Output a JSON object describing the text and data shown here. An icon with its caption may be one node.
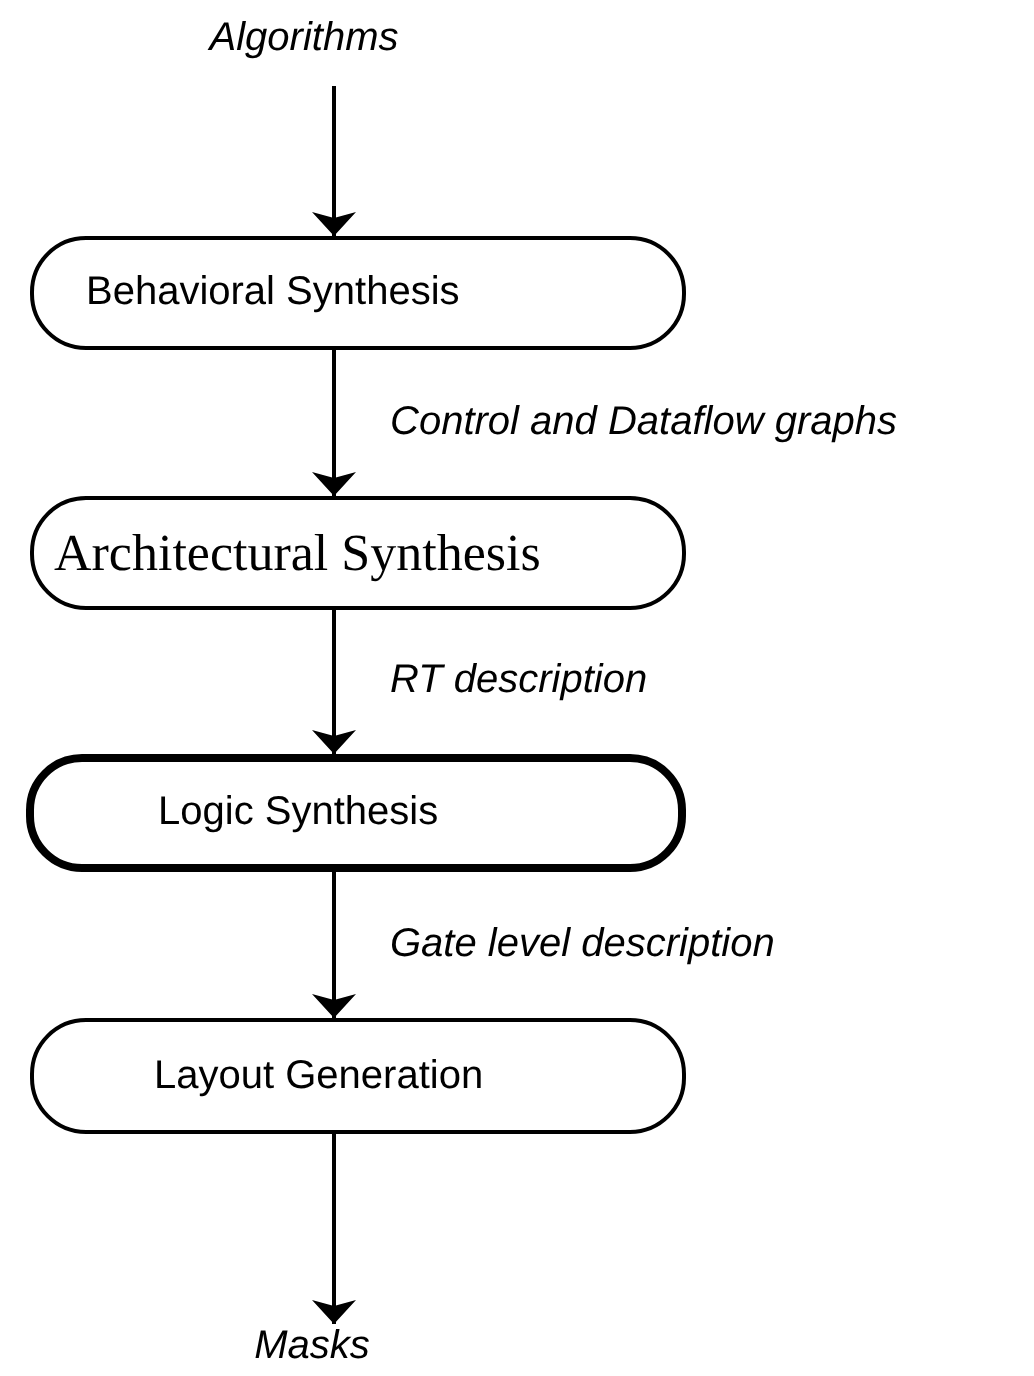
{
  "diagram": {
    "nodes": [
      {
        "text": [
          "Algorithms"
        ]
      },
      {
        "text": [
          "Behavioral Synthesis"
        ]
      },
      {
        "text": [
          "Architectural Synthesis"
        ]
      },
      {
        "text": [
          "Logic Synthesis"
        ]
      },
      {
        "text": [
          "Layout Generation"
        ]
      },
      {
        "text": [
          "Masks"
        ]
      }
    ],
    "edges": [
      {
        "from": 0,
        "to": 1,
        "arrow": "to"
      },
      {
        "from": 1,
        "to": 2,
        "arrow": "to",
        "label": "Control and Dataflow graphs"
      },
      {
        "from": 2,
        "to": 3,
        "arrow": "to",
        "label": "RT description"
      },
      {
        "from": 3,
        "to": 4,
        "arrow": "to",
        "label": "Gate level description"
      },
      {
        "from": 4,
        "to": 5,
        "arrow": "to"
      }
    ]
  }
}
